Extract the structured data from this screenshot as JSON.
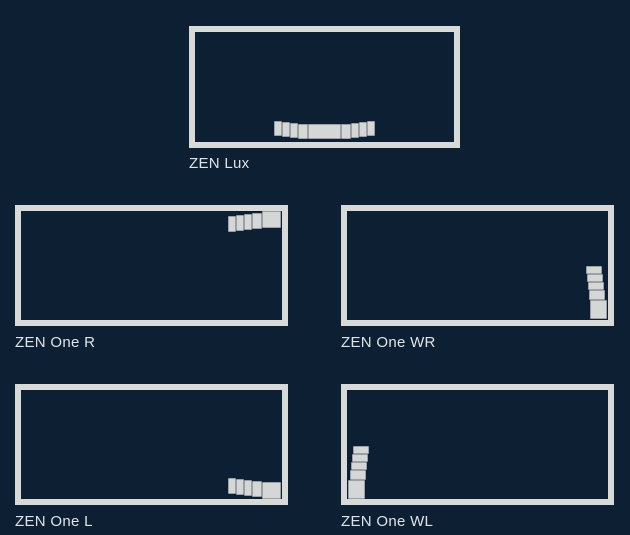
{
  "options": [
    {
      "id": "zen-lux",
      "label": "ZEN Lux"
    },
    {
      "id": "zen-one-r",
      "label": "ZEN One R"
    },
    {
      "id": "zen-one-wr",
      "label": "ZEN One WR"
    },
    {
      "id": "zen-one-l",
      "label": "ZEN One L"
    },
    {
      "id": "zen-one-wl",
      "label": "ZEN One WL"
    }
  ],
  "colors": {
    "background": "#0c1f33",
    "frame": "#d8d9d9",
    "seat": "#d5d6d6",
    "label": "#dfe3e8"
  }
}
